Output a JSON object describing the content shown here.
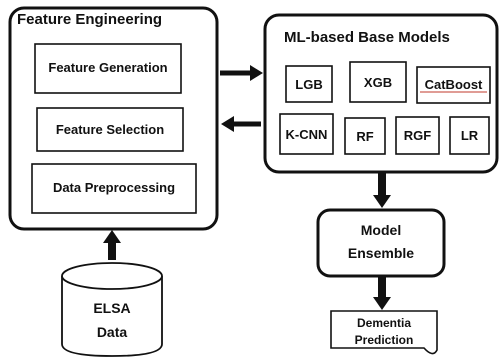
{
  "feature_engineering": {
    "title": "Feature Engineering",
    "steps": [
      "Feature Generation",
      "Feature Selection",
      "Data Preprocessing"
    ]
  },
  "base_models": {
    "title": "ML-based Base Models",
    "models_row1": [
      "LGB",
      "XGB",
      "CatBoost"
    ],
    "models_row2": [
      "K-CNN",
      "RF",
      "RGF",
      "LR"
    ]
  },
  "ensemble": {
    "line1": "Model",
    "line2": "Ensemble"
  },
  "data_source": {
    "line1": "ELSA",
    "line2": "Data"
  },
  "output": {
    "line1": "Dementia",
    "line2": "Prediction"
  },
  "colors": {
    "stroke": "#111111",
    "catboost_underline": "#c0392b",
    "background": "#ffffff"
  }
}
